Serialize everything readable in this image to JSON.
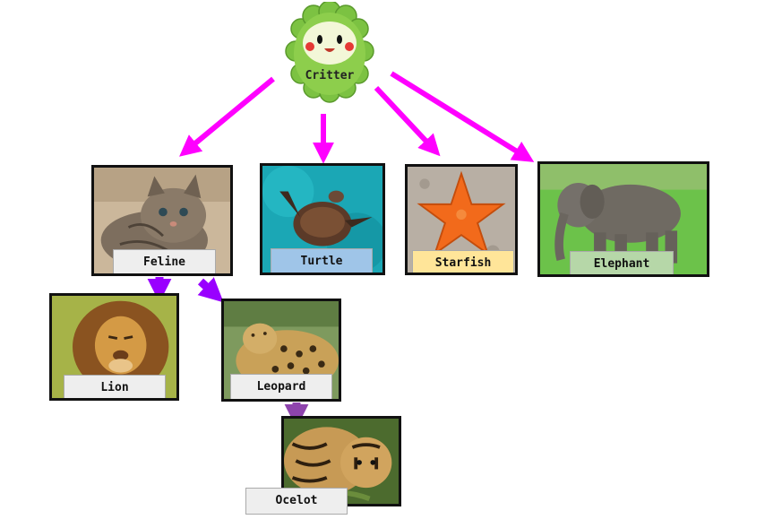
{
  "root": {
    "label": "Critter",
    "icon": "critter-mascot-icon"
  },
  "nodes": {
    "feline": {
      "label": "Feline",
      "label_color": "#eeeeee",
      "image": "kitten-photo-icon"
    },
    "turtle": {
      "label": "Turtle",
      "label_color": "#9fc5e8",
      "image": "sea-turtle-photo-icon"
    },
    "starfish": {
      "label": "Starfish",
      "label_color": "#ffe599",
      "image": "starfish-photo-icon"
    },
    "elephant": {
      "label": "Elephant",
      "label_color": "#b6d7a8",
      "image": "elephant-photo-icon"
    },
    "lion": {
      "label": "Lion",
      "label_color": "#eeeeee",
      "image": "lion-photo-icon"
    },
    "leopard": {
      "label": "Leopard",
      "label_color": "#eeeeee",
      "image": "leopard-photo-icon"
    },
    "ocelot": {
      "label": "Ocelot",
      "label_color": "#eeeeee",
      "image": "ocelot-photo-icon"
    }
  },
  "edges": [
    {
      "from": "Critter",
      "to": "Feline",
      "color": "#ff00ff"
    },
    {
      "from": "Critter",
      "to": "Turtle",
      "color": "#ff00ff"
    },
    {
      "from": "Critter",
      "to": "Starfish",
      "color": "#ff00ff"
    },
    {
      "from": "Critter",
      "to": "Elephant",
      "color": "#ff00ff"
    },
    {
      "from": "Feline",
      "to": "Lion",
      "color": "#9900ff"
    },
    {
      "from": "Feline",
      "to": "Leopard",
      "color": "#9900ff"
    },
    {
      "from": "Leopard",
      "to": "Ocelot",
      "color": "#8e44ad"
    }
  ]
}
